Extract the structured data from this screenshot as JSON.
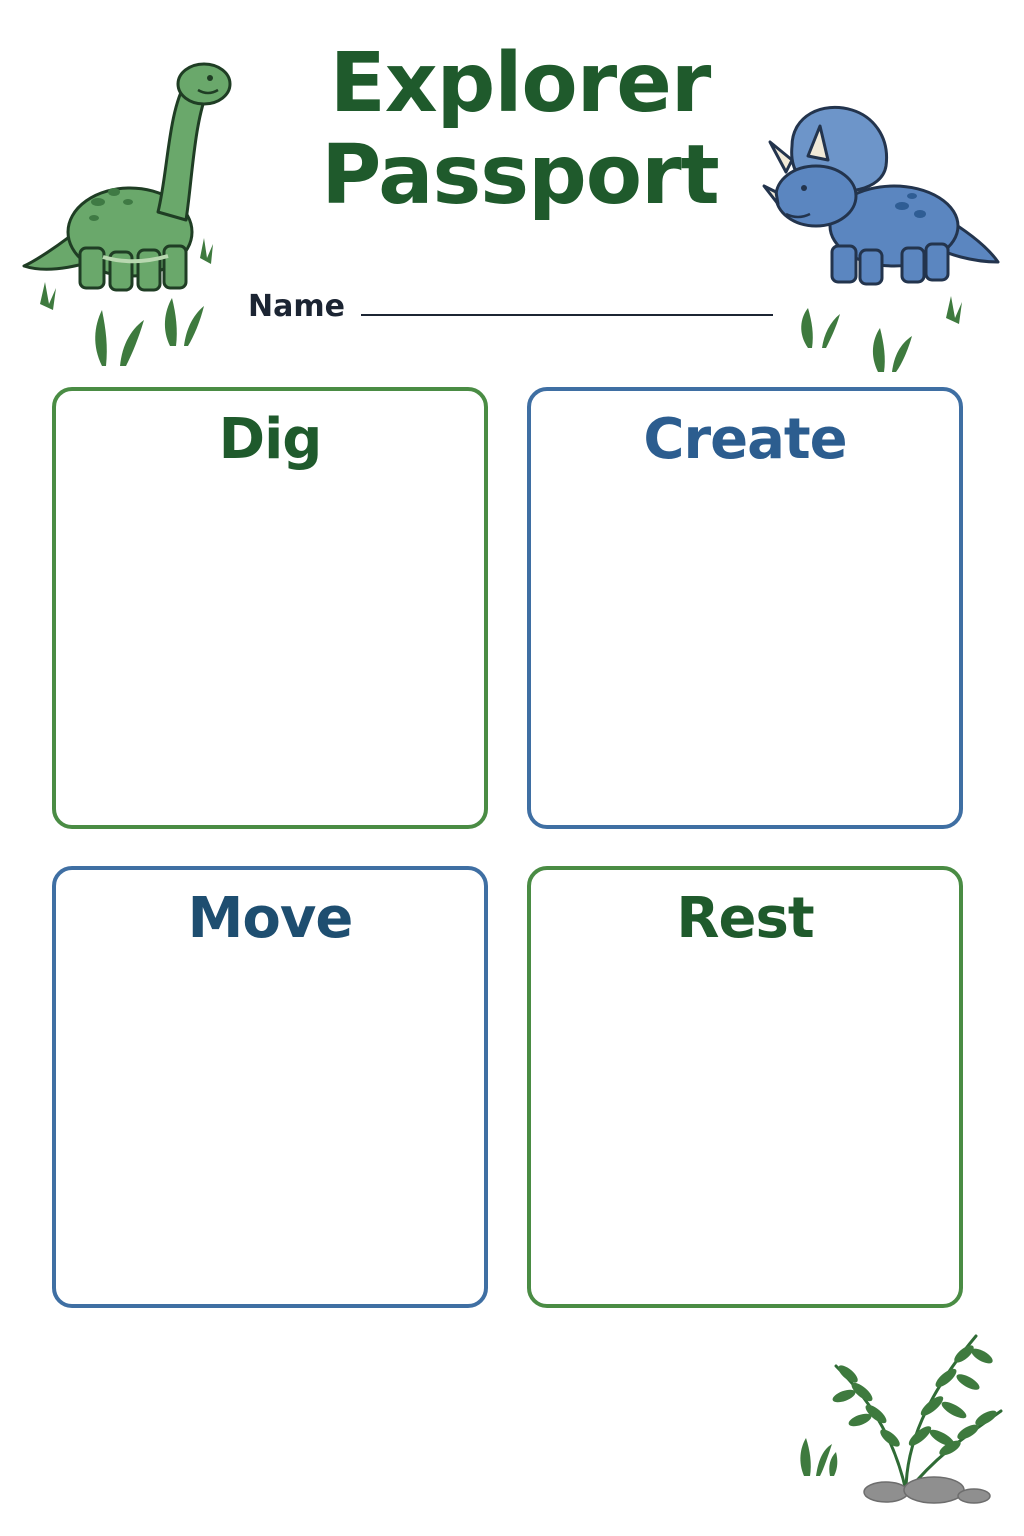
{
  "header": {
    "title_line1": "Explorer",
    "title_line2": "Passport",
    "name_label": "Name"
  },
  "sections": [
    {
      "title": "Dig",
      "border_color": "#4a8c44",
      "title_color": "#1f5a2c"
    },
    {
      "title": "Create",
      "border_color": "#3f6fa3",
      "title_color": "#2c5d8f"
    },
    {
      "title": "Move",
      "border_color": "#3f6fa3",
      "title_color": "#1e4e70"
    },
    {
      "title": "Rest",
      "border_color": "#4a8c44",
      "title_color": "#1f5a2c"
    }
  ],
  "colors": {
    "dark_green": "#1f5a2c",
    "dino_green": "#6aa86b",
    "dino_blue": "#5b86c0",
    "grass": "#3e7a3e"
  },
  "decorations": [
    "brachiosaurus-illustration",
    "triceratops-illustration",
    "grass-tufts",
    "fern-plant",
    "rocks"
  ]
}
